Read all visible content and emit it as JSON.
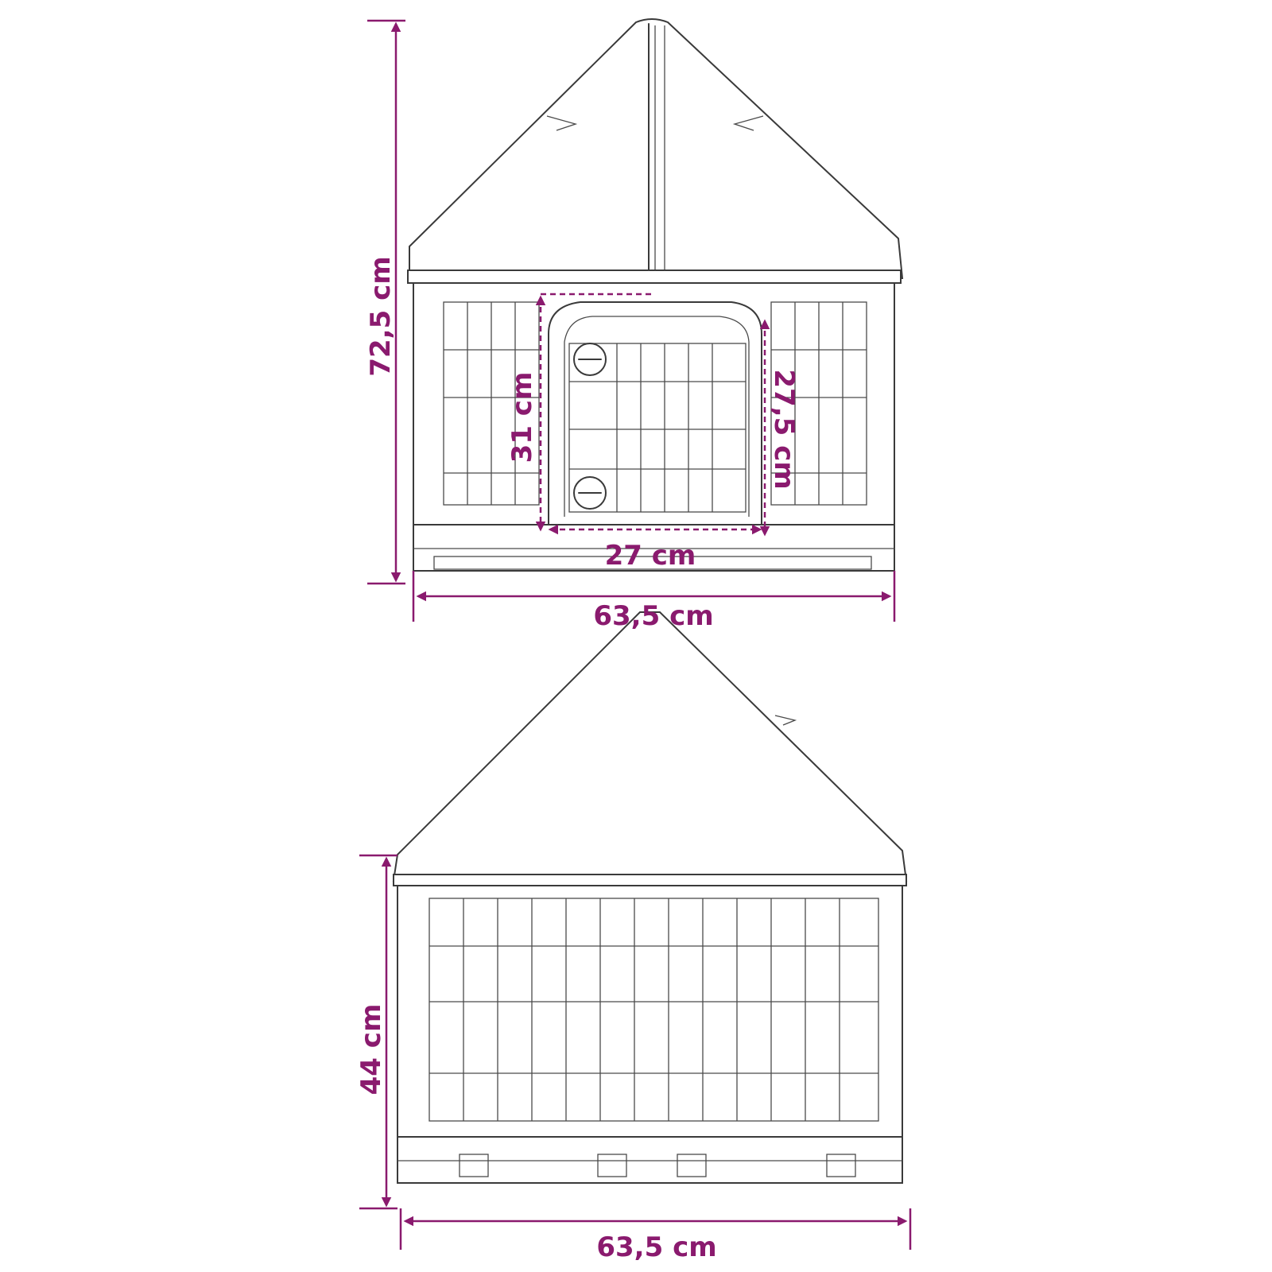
{
  "dimensions": {
    "top_view": {
      "total_height": "72,5 cm",
      "width": "63,5 cm",
      "door_height": "31 cm",
      "door_inner_height": "27,5 cm",
      "door_width": "27 cm"
    },
    "bottom_view": {
      "base_height": "44 cm",
      "width": "63,5 cm"
    }
  },
  "colors": {
    "dimension": "#8a1a6e",
    "line": "#3a3a3a",
    "background": "#ffffff"
  }
}
